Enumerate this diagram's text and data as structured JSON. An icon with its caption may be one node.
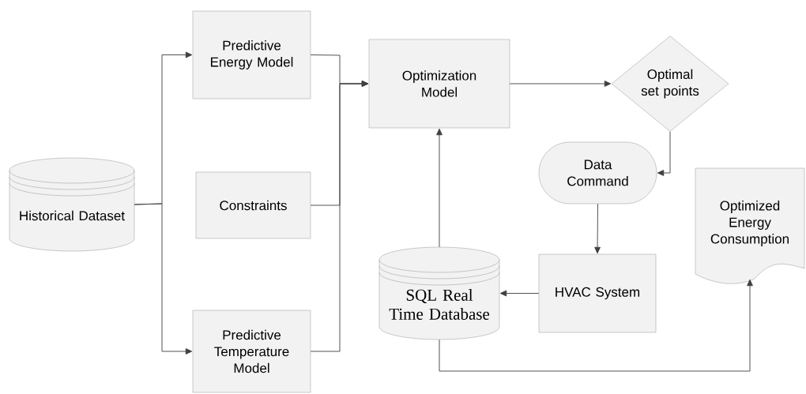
{
  "diagram": {
    "nodes": [
      {
        "text": [
          "Historical Dataset"
        ]
      },
      {
        "text": [
          "Predictive Energy Model"
        ]
      },
      {
        "text": [
          "Constraints"
        ]
      },
      {
        "text": [
          "Predictive Temperature Model"
        ]
      },
      {
        "text": [
          "Optimization Model"
        ]
      },
      {
        "text": [
          "Optimal set points"
        ]
      },
      {
        "text": [
          "Data Command"
        ]
      },
      {
        "text": [
          "Optimized Energy Consumption"
        ]
      },
      {
        "text": [
          "SQL Real Time Database"
        ]
      },
      {
        "text": [
          "HVAC System"
        ]
      }
    ],
    "edges": [
      {
        "from": 0,
        "to": 1,
        "arrow": "to"
      },
      {
        "from": 0,
        "to": 3,
        "arrow": "to"
      },
      {
        "from": 1,
        "to": 4,
        "arrow": "to"
      },
      {
        "from": 2,
        "to": 4,
        "arrow": "to"
      },
      {
        "from": 3,
        "to": 4,
        "arrow": "to"
      },
      {
        "from": 4,
        "to": 5,
        "arrow": "to"
      },
      {
        "from": 5,
        "to": 6,
        "arrow": "to"
      },
      {
        "from": 6,
        "to": 9,
        "arrow": "to"
      },
      {
        "from": 9,
        "to": 8,
        "arrow": "to"
      },
      {
        "from": 8,
        "to": 4,
        "arrow": "to"
      },
      {
        "from": 8,
        "to": 7,
        "arrow": "to"
      }
    ]
  }
}
